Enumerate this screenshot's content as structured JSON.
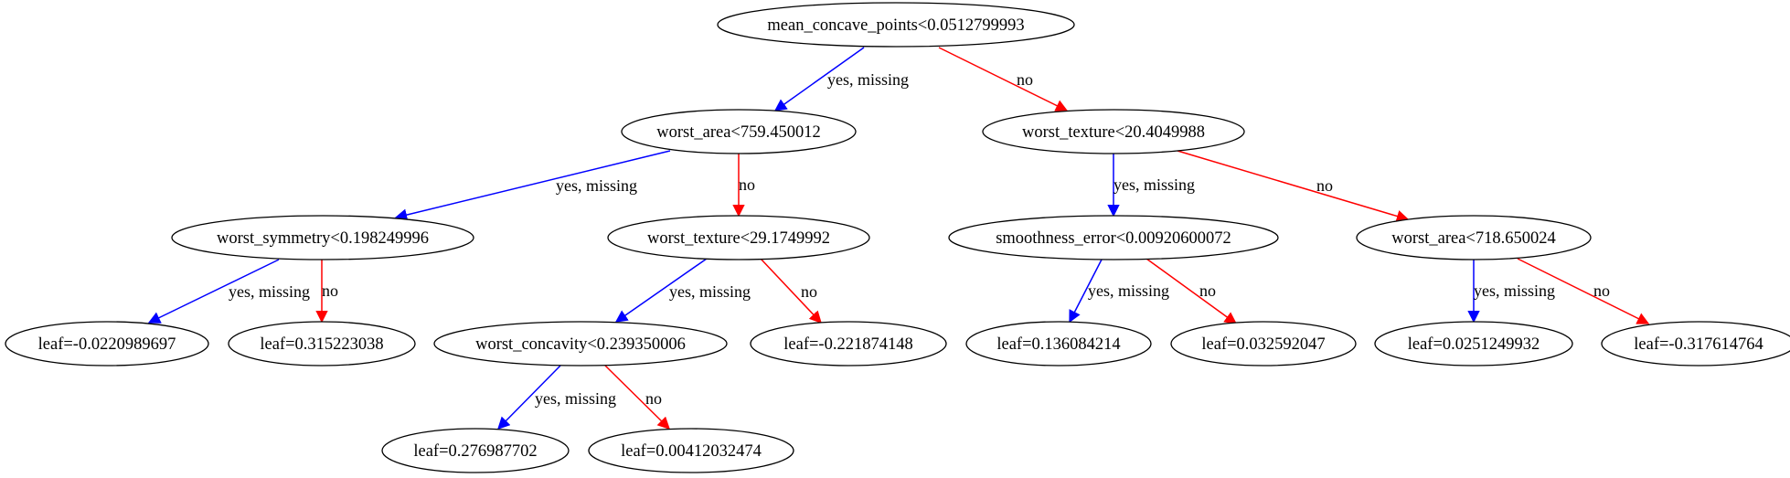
{
  "colors": {
    "yes": "#0000ff",
    "no": "#ff0000",
    "node_stroke": "#000000",
    "background": "#ffffff"
  },
  "nodes": {
    "root": {
      "label": "mean_concave_points<0.0512799993"
    },
    "n1": {
      "label": "worst_area<759.450012"
    },
    "n2": {
      "label": "worst_texture<20.4049988"
    },
    "n3": {
      "label": "worst_symmetry<0.198249996"
    },
    "n4": {
      "label": "worst_texture<29.1749992"
    },
    "n5": {
      "label": "smoothness_error<0.00920600072"
    },
    "n6": {
      "label": "worst_area<718.650024"
    },
    "l7": {
      "label": "leaf=-0.0220989697"
    },
    "l8": {
      "label": "leaf=0.315223038"
    },
    "n9": {
      "label": "worst_concavity<0.239350006"
    },
    "l10": {
      "label": "leaf=-0.221874148"
    },
    "l11": {
      "label": "leaf=0.136084214"
    },
    "l12": {
      "label": "leaf=0.032592047"
    },
    "l13": {
      "label": "leaf=0.0251249932"
    },
    "l14": {
      "label": "leaf=-0.317614764"
    },
    "l15": {
      "label": "leaf=0.276987702"
    },
    "l16": {
      "label": "leaf=0.00412032474"
    }
  },
  "edges": {
    "root_n1": {
      "label": "yes, missing",
      "kind": "yes"
    },
    "root_n2": {
      "label": "no",
      "kind": "no"
    },
    "n1_n3": {
      "label": "yes, missing",
      "kind": "yes"
    },
    "n1_n4": {
      "label": "no",
      "kind": "no"
    },
    "n2_n5": {
      "label": "yes, missing",
      "kind": "yes"
    },
    "n2_n6": {
      "label": "no",
      "kind": "no"
    },
    "n3_l7": {
      "label": "yes, missing",
      "kind": "yes"
    },
    "n3_l8": {
      "label": "no",
      "kind": "no"
    },
    "n4_n9": {
      "label": "yes, missing",
      "kind": "yes"
    },
    "n4_l10": {
      "label": "no",
      "kind": "no"
    },
    "n5_l11": {
      "label": "yes, missing",
      "kind": "yes"
    },
    "n5_l12": {
      "label": "no",
      "kind": "no"
    },
    "n6_l13": {
      "label": "yes, missing",
      "kind": "yes"
    },
    "n6_l14": {
      "label": "no",
      "kind": "no"
    },
    "n9_l15": {
      "label": "yes, missing",
      "kind": "yes"
    },
    "n9_l16": {
      "label": "no",
      "kind": "no"
    }
  }
}
